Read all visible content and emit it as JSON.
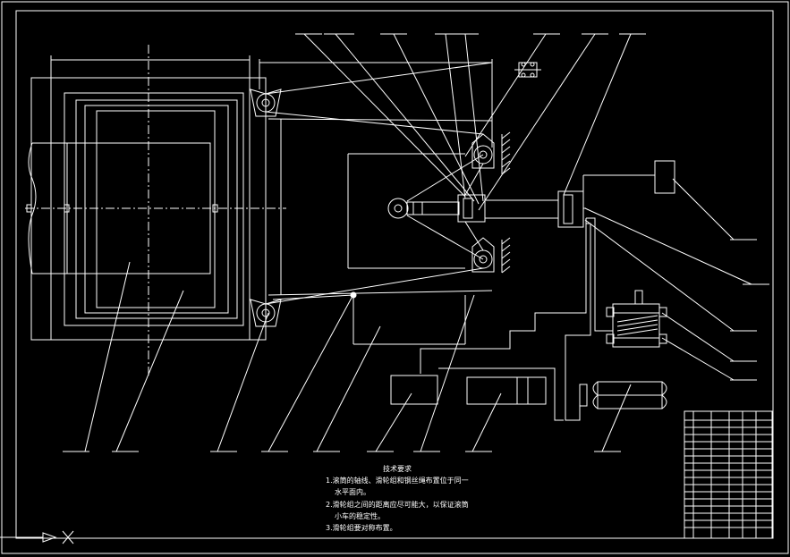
{
  "drawing": {
    "stroke": "#ffffff",
    "background": "#000000",
    "hatch": "#ffffff"
  },
  "tech_notes": {
    "title": "技术要求",
    "item1": "1.滚筒的轴线、滑轮组和钢丝绳布置位于同一",
    "item1_cont": "水平面内。",
    "item2": "2.滑轮组之间的距离应尽可能大，以保证滚筒",
    "item2_cont": "小车的稳定性。",
    "item3": "3.滑轮组要对称布置。"
  }
}
